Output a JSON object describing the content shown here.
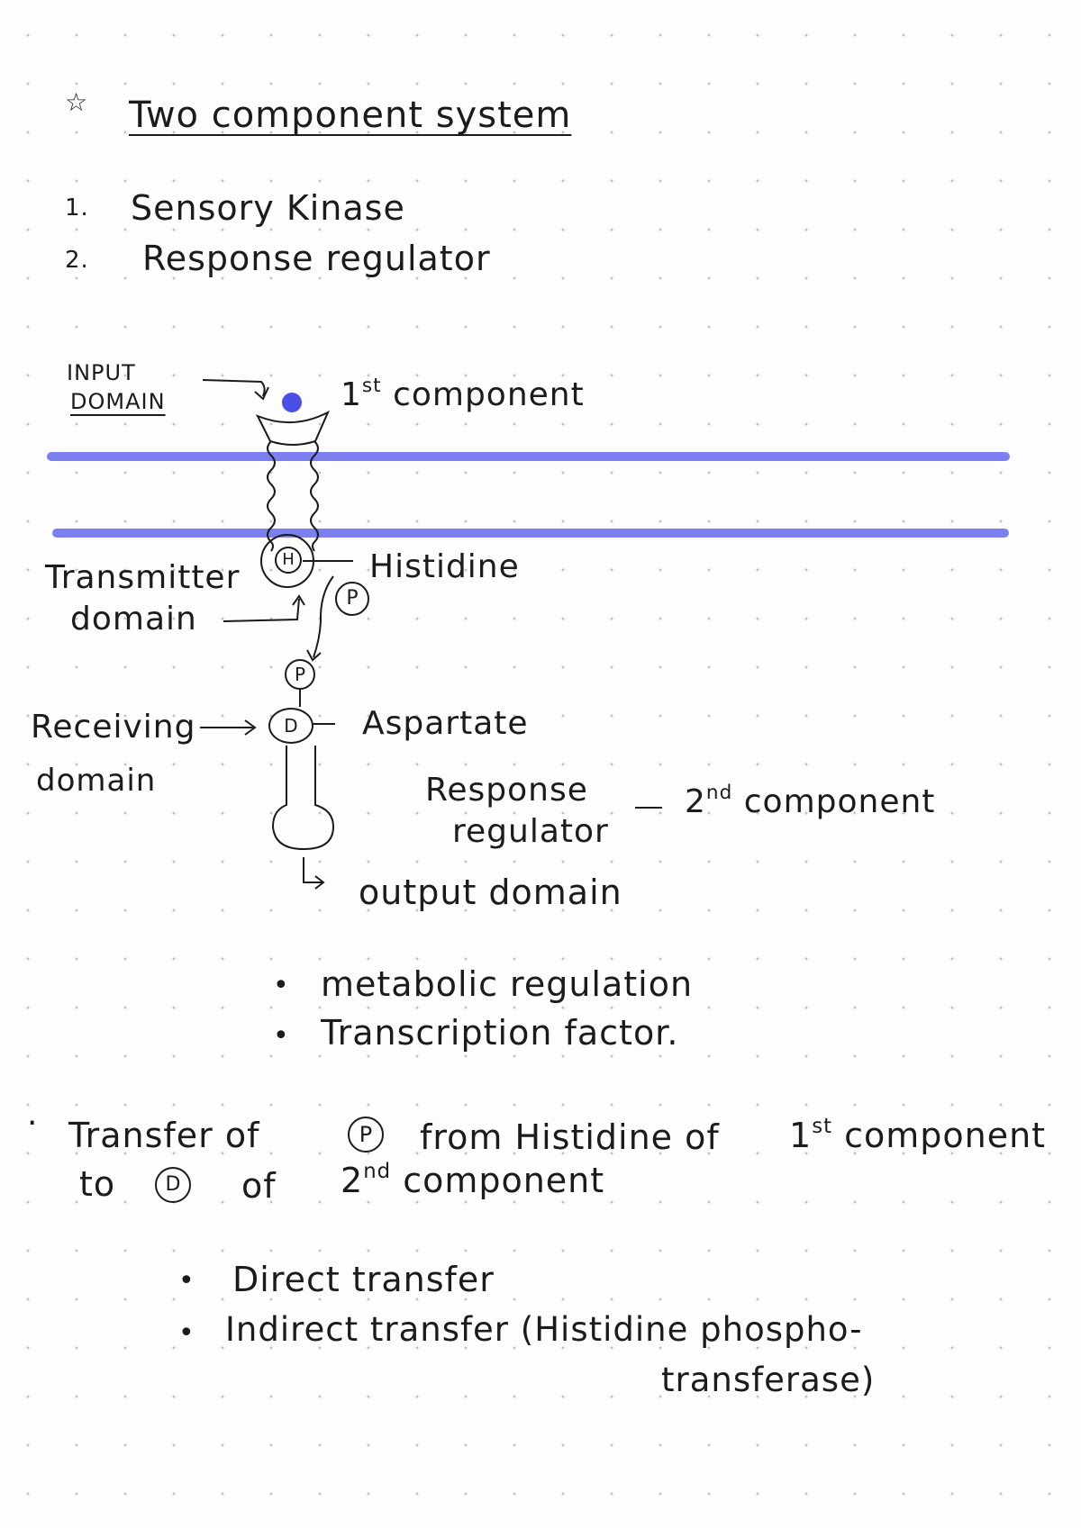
{
  "heading": {
    "star": "☆",
    "title": "Two component system"
  },
  "components_list": [
    {
      "num": "1.",
      "text": "Sensory Kinase"
    },
    {
      "num": "2.",
      "text": "Response regulator"
    }
  ],
  "diagram": {
    "input_domain_line1": "INPUT",
    "input_domain_line2": "DOMAIN",
    "first_component": {
      "prefix": "1",
      "sup": "st",
      "text": " component"
    },
    "histidine_symbol": "H",
    "histidine_label": "Histidine",
    "phosphate_symbol": "P",
    "transmitter_line1": "Transmitter",
    "transmitter_line2": "domain",
    "receiving_line1": "Receiving",
    "receiving_line2": "domain",
    "aspartate_symbol": "D",
    "aspartate_label": "Aspartate",
    "response_line1": "Response",
    "response_line2": "regulator",
    "second_component": {
      "dash": "—",
      "prefix": "2",
      "sup": "nd",
      "text": " component"
    },
    "output_domain": "output domain",
    "membrane_color": "#7b7ff0",
    "ligand_color": "#4a4fe8"
  },
  "output_bullets": [
    "metabolic regulation",
    "Transcription factor."
  ],
  "transfer_note": {
    "bullet": "·",
    "line1_a": "Transfer of",
    "p_symbol": "P",
    "line1_b": "from Histidine of",
    "line1_prefix": "1",
    "line1_sup": "st",
    "line1_c": " component",
    "line2_a": "to",
    "d_symbol": "D",
    "line2_b": "of",
    "line2_prefix": "2",
    "line2_sup": "nd",
    "line2_c": " component"
  },
  "transfer_types": [
    {
      "text": "Direct transfer"
    },
    {
      "text": "Indirect transfer (Histidine phospho-"
    }
  ],
  "transfer_types_cont": "transferase)"
}
